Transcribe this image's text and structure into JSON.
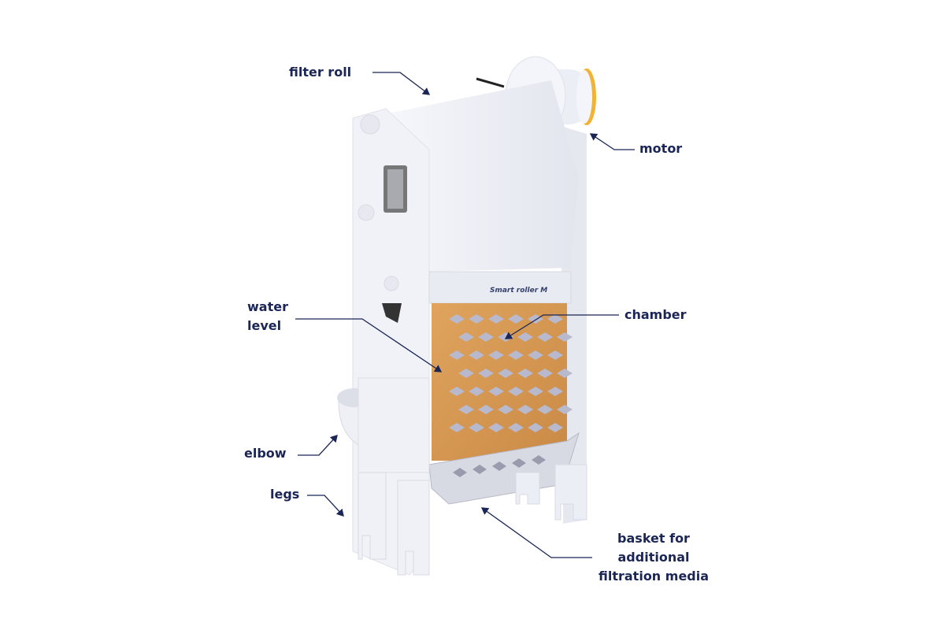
{
  "labels": {
    "filter_roll": "filter roll",
    "motor": "motor",
    "water_level": [
      "water",
      "level"
    ],
    "chamber": "chamber",
    "elbow": "elbow",
    "legs": "legs",
    "basket": [
      "basket for",
      "additional",
      "filtration media"
    ]
  },
  "product_logo": "Smart roller M",
  "colors": {
    "label": "#1b2657",
    "chamber": "#d79a55",
    "body": "#eef0f7",
    "motor_ring": "#f2b233"
  }
}
